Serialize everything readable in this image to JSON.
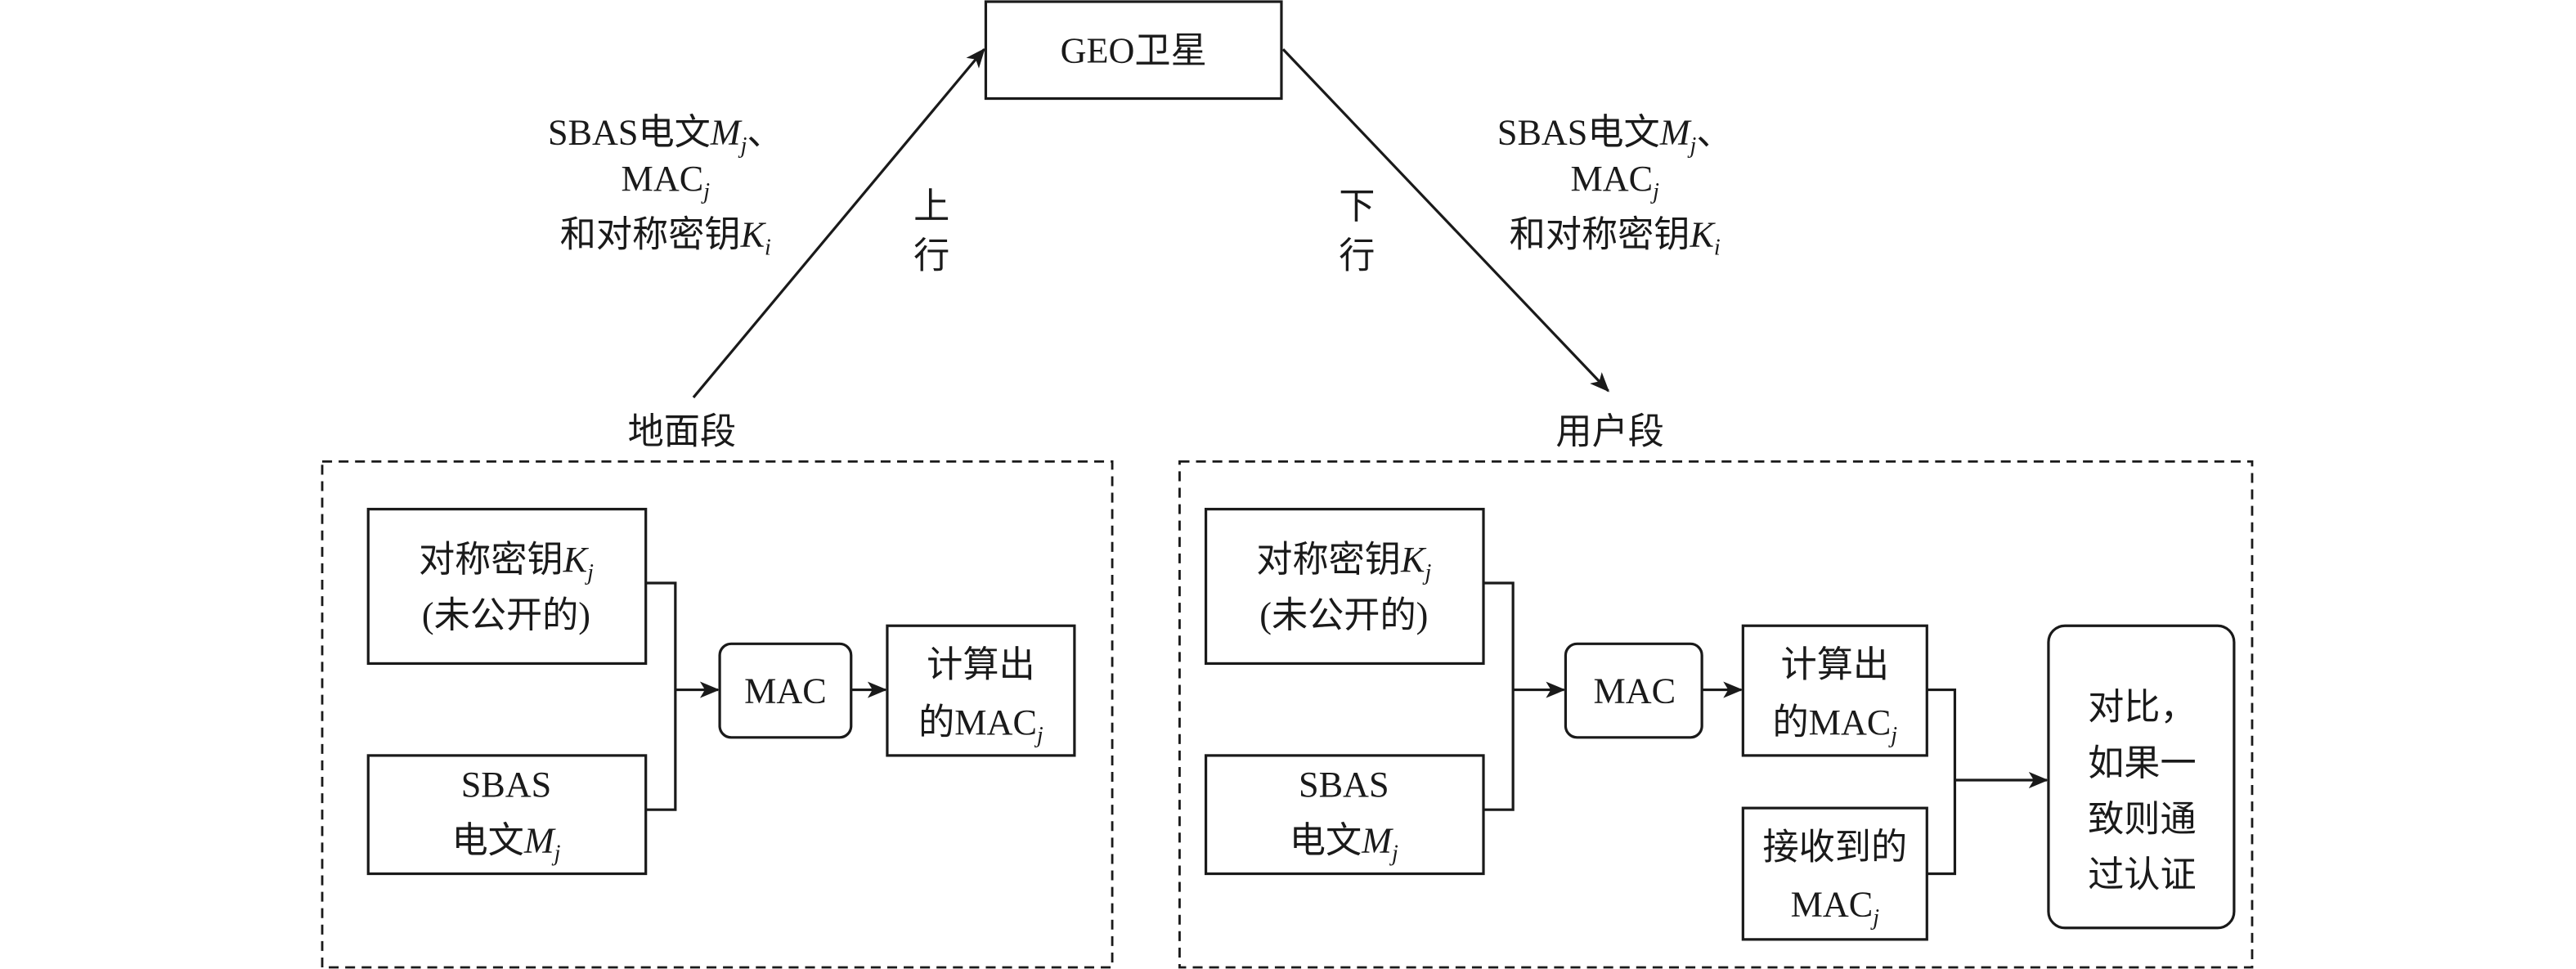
{
  "satellite": {
    "label": "GEO卫星"
  },
  "uplink": {
    "direction": [
      "上",
      "行"
    ],
    "message": {
      "line1": "SBAS电文",
      "m": "M",
      "m_sub": "j",
      "sep": "、",
      "mac": "MAC",
      "mac_sub": "j",
      "line3": "和对称密钥",
      "k": "K",
      "k_sub": "i"
    }
  },
  "downlink": {
    "direction": [
      "下",
      "行"
    ],
    "message": {
      "line1": "SBAS电文",
      "m": "M",
      "m_sub": "j",
      "sep": "、",
      "mac": "MAC",
      "mac_sub": "j",
      "line3": "和对称密钥",
      "k": "K",
      "k_sub": "i"
    }
  },
  "ground": {
    "title": "地面段",
    "key_box": {
      "line1": "对称密钥",
      "k": "K",
      "k_sub": "j",
      "line2": "(未公开的)"
    },
    "msg_box": {
      "line1": "SBAS",
      "line2": "电文",
      "m": "M",
      "m_sub": "j"
    },
    "mac_box": {
      "label": "MAC"
    },
    "computed_box": {
      "line1": "计算出",
      "line2": "的MAC",
      "sub": "j"
    }
  },
  "user": {
    "title": "用户段",
    "key_box": {
      "line1": "对称密钥",
      "k": "K",
      "k_sub": "j",
      "line2": "(未公开的)"
    },
    "msg_box": {
      "line1": "SBAS",
      "line2": "电文",
      "m": "M",
      "m_sub": "j"
    },
    "mac_box": {
      "label": "MAC"
    },
    "computed_box": {
      "line1": "计算出",
      "line2": "的MAC",
      "sub": "j"
    },
    "received_box": {
      "line1": "接收到的",
      "line2": "MAC",
      "sub": "j"
    },
    "compare_box": {
      "lines": [
        "对比，",
        "如果一",
        "致则通",
        "过认证"
      ]
    }
  }
}
